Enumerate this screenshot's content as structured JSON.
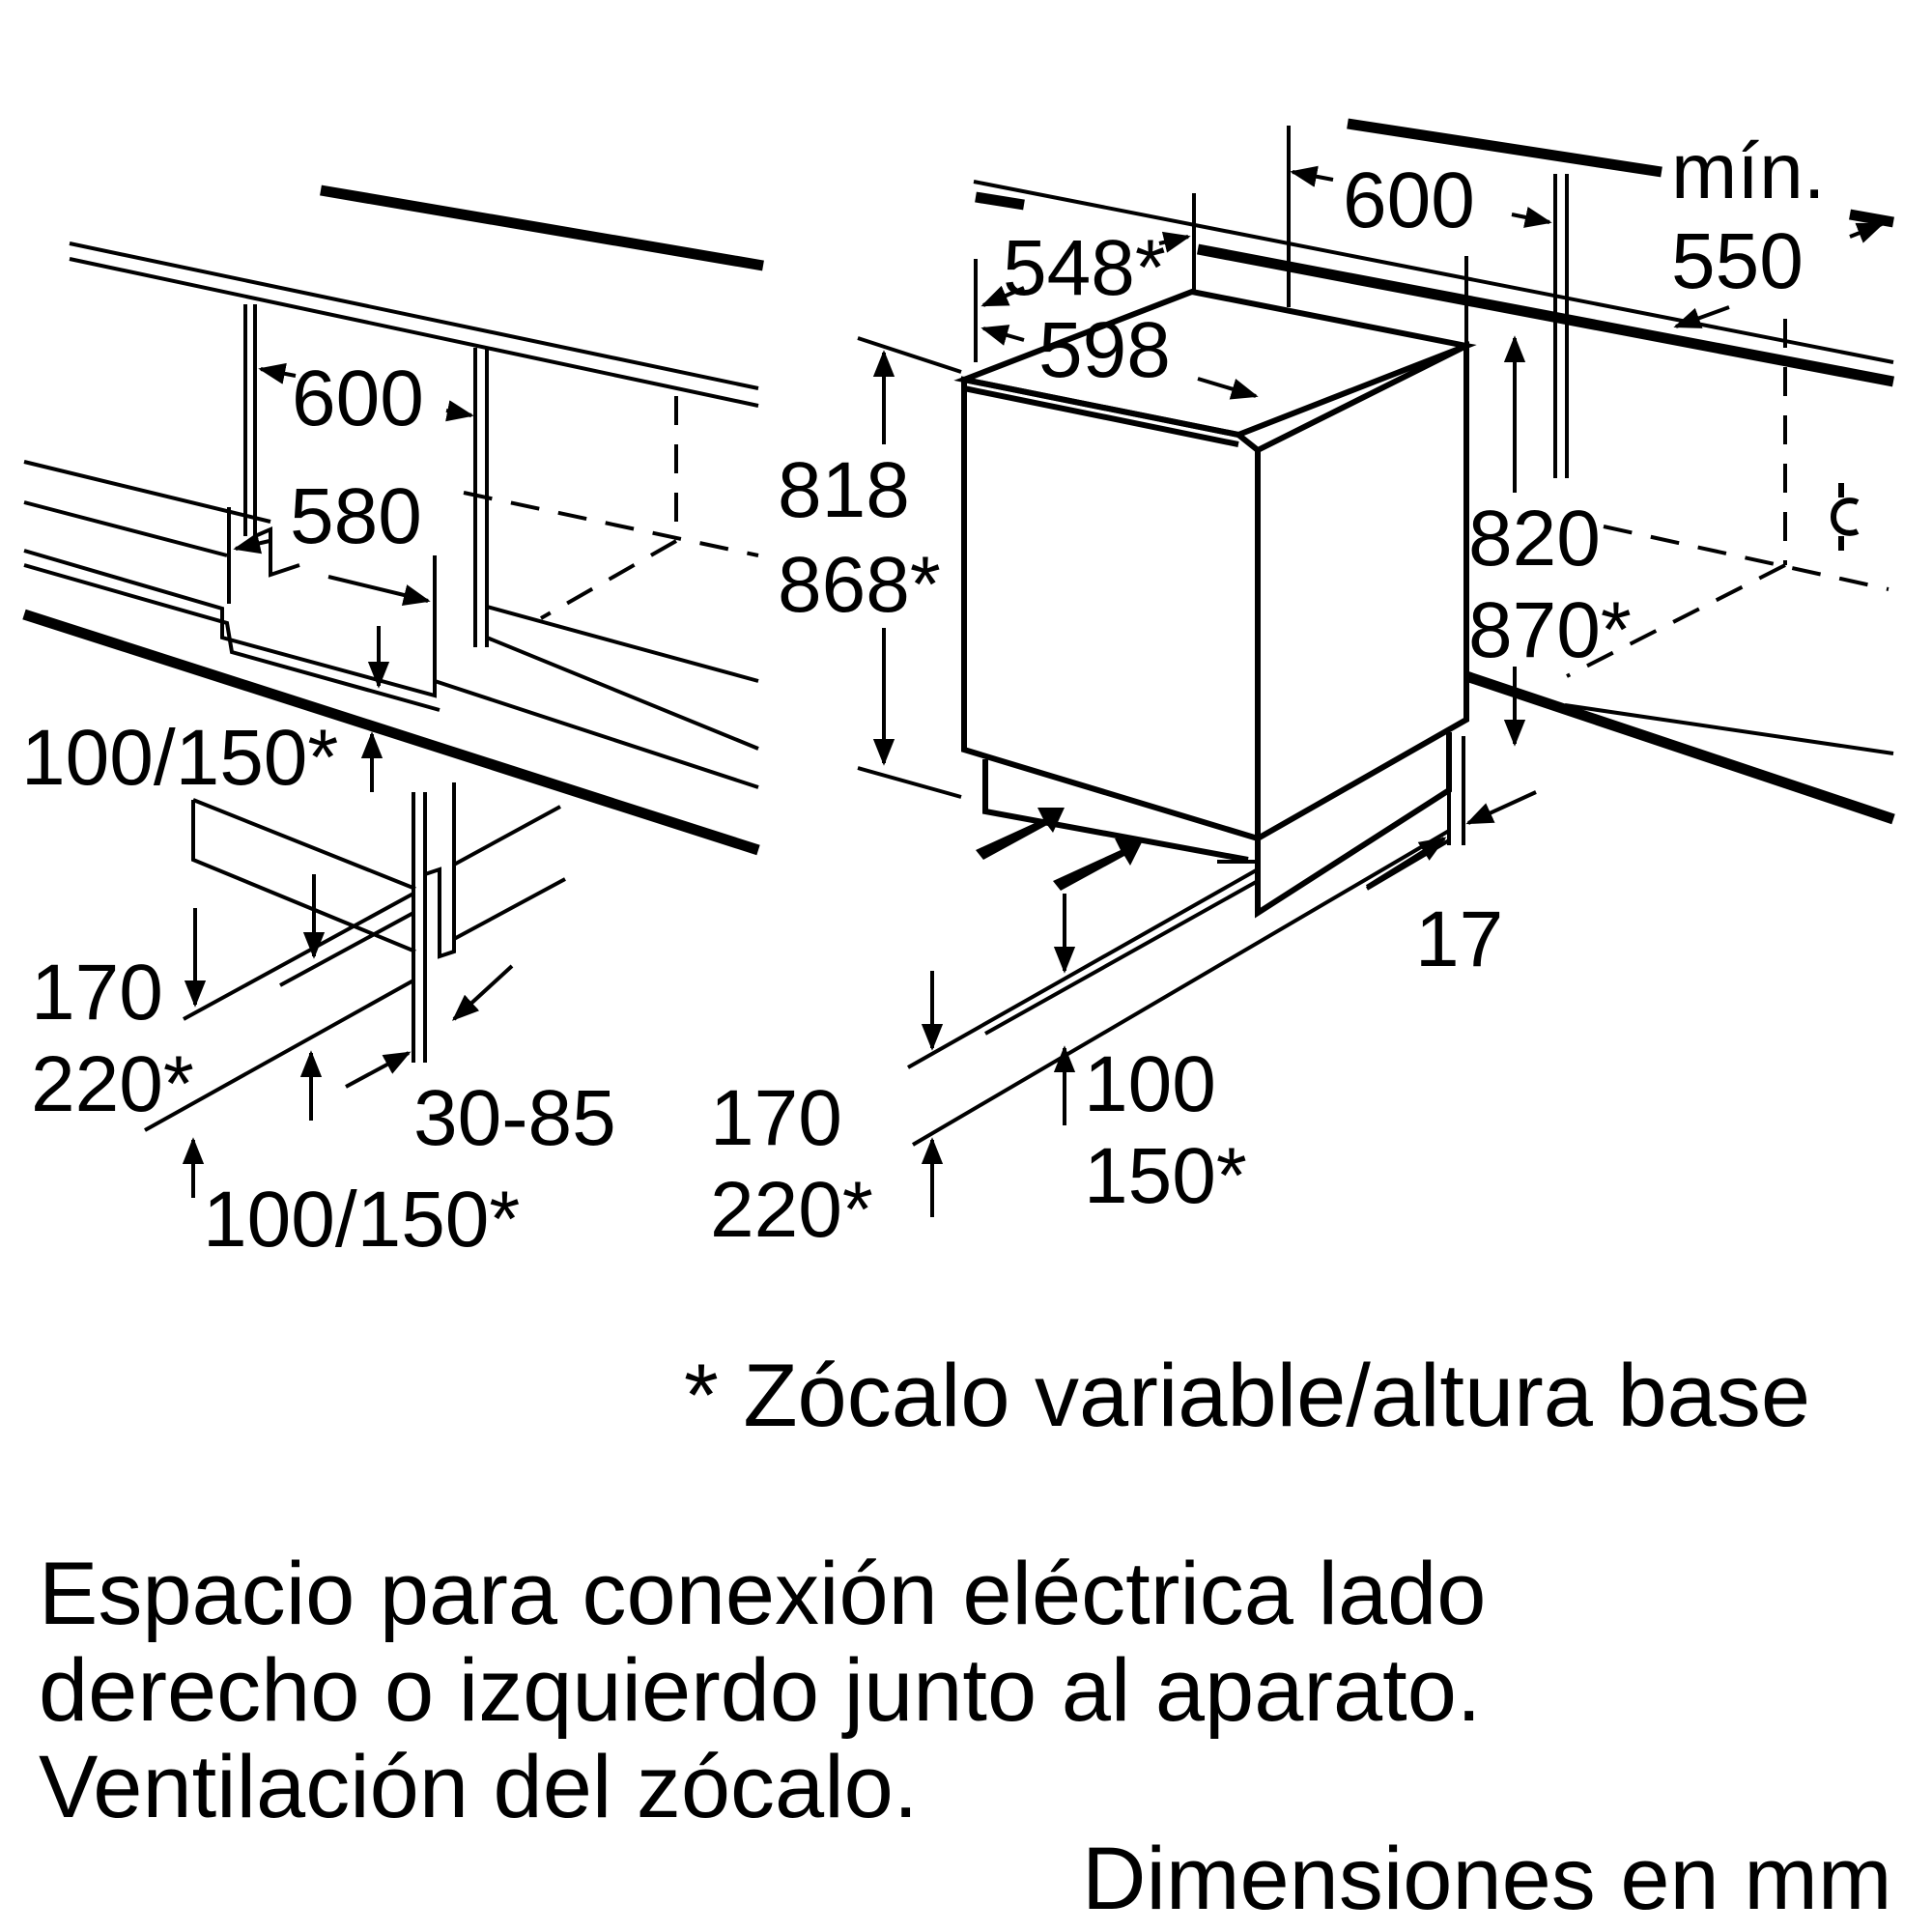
{
  "labels": {
    "left_width_600": "600",
    "left_depth_580": "580",
    "left_plinth_100_150": "100/150*",
    "left_plinth_170": "170",
    "left_plinth_220": "220*",
    "left_plinth_depth": "30-85",
    "left_plinth_100_150_bottom": "100/150*",
    "right_depth_548": "548*",
    "right_width_598": "598",
    "right_width_600": "600",
    "right_min_label": "mín.",
    "right_min_550": "550",
    "right_height_818": "818",
    "right_height_868": "868*",
    "right_niche_820": "820",
    "right_niche_870": "870*",
    "right_gap_17": "17",
    "right_plinth_100": "100",
    "right_plinth_150": "150*",
    "right_plinth_170": "170",
    "right_plinth_220": "220*"
  },
  "notes": {
    "footnote": "* Zócalo variable/altura base",
    "description_line1": "Espacio para conexión eléctrica lado",
    "description_line2": "derecho o izquierdo junto al aparato.",
    "description_line3": "Ventilación del zócalo.",
    "units": "Dimensiones en mm"
  }
}
